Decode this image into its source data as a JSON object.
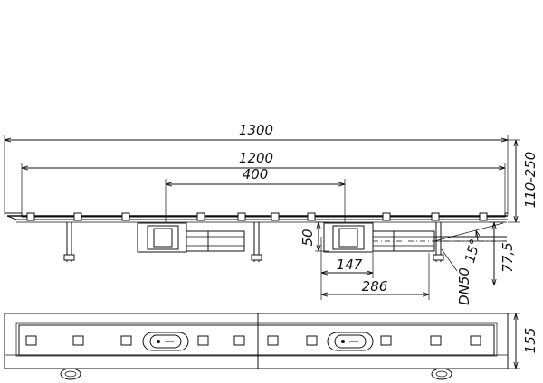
{
  "dimensions": {
    "total_length": "1300",
    "channel_length": "1200",
    "drain_spacing": "400",
    "height_range": "110-250",
    "drain_height": "50",
    "offset_small": "147",
    "offset_large": "286",
    "pipe_height": "77,5",
    "angle": "15°",
    "pipe_size": "DN50",
    "width": "155"
  }
}
